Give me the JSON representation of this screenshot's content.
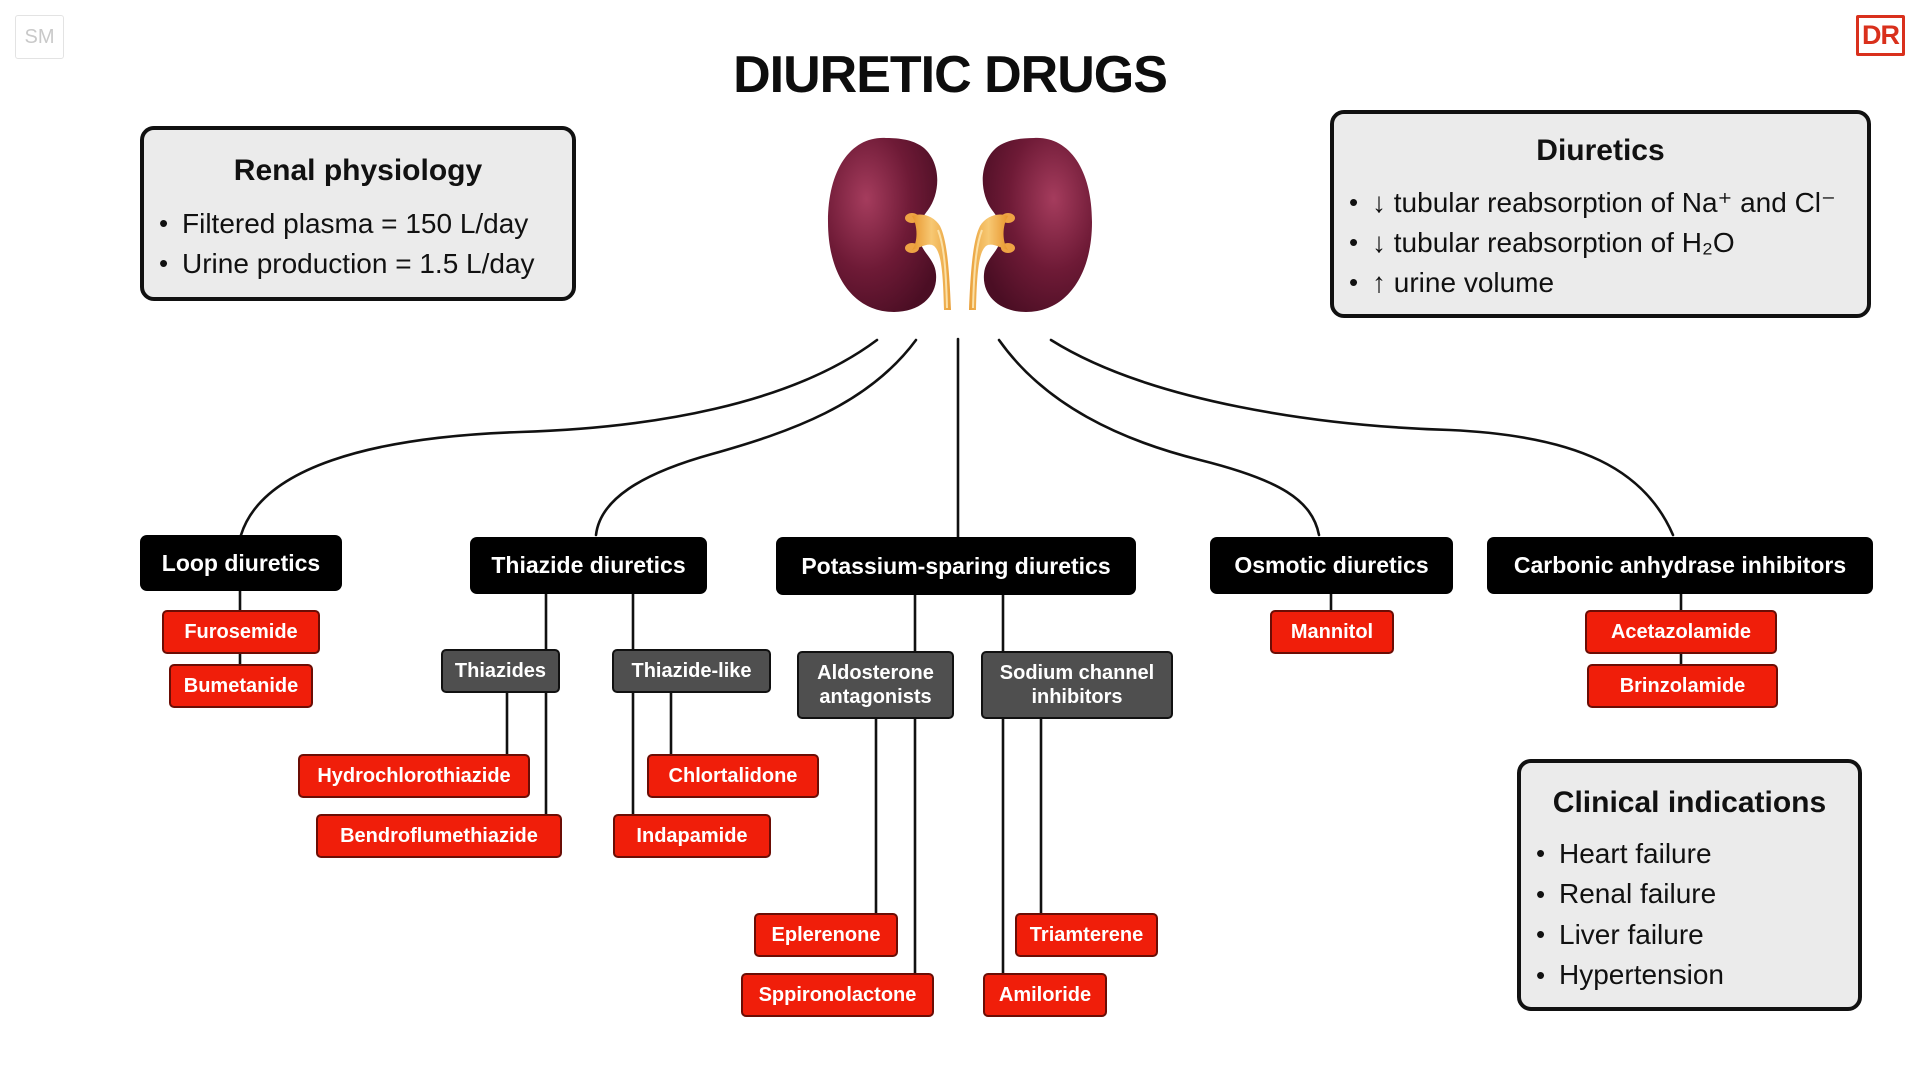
{
  "title": "DIURETIC DRUGS",
  "logos": {
    "left": "SM",
    "right": "DR"
  },
  "colors": {
    "category_bg": "#000000",
    "group_bg": "#4f4f4f",
    "drug_bg": "#f01e0a",
    "info_bg": "#ebebeb",
    "kidney": "#6e1a36",
    "ureter": "#f2b04a",
    "brand": "#d9301c"
  },
  "renal_physiology": {
    "title": "Renal physiology",
    "items": [
      "Filtered plasma = 150 L/day",
      "Urine production = 1.5 L/day"
    ]
  },
  "diuretics": {
    "title": "Diuretics",
    "items": [
      "↓ tubular reabsorption of Na⁺ and Cl⁻",
      "↓ tubular reabsorption of H₂O",
      "↑ urine volume"
    ]
  },
  "clinical_indications": {
    "title": "Clinical indications",
    "items": [
      "Heart failure",
      "Renal failure",
      "Liver failure",
      "Hypertension"
    ]
  },
  "classes": [
    {
      "label": "Loop diuretics",
      "drugs": [
        "Furosemide",
        "Bumetanide"
      ]
    },
    {
      "label": "Thiazide diuretics",
      "groups": [
        {
          "label": "Thiazides",
          "drugs": [
            "Hydrochlorothiazide",
            "Bendroflumethiazide"
          ]
        },
        {
          "label": "Thiazide-like",
          "drugs": [
            "Chlortalidone",
            "Indapamide"
          ]
        }
      ]
    },
    {
      "label": "Potassium-sparing diuretics",
      "groups": [
        {
          "label": "Aldosterone antagonists",
          "drugs": [
            "Eplerenone",
            "Sppironolactone"
          ]
        },
        {
          "label": "Sodium channel inhibitors",
          "drugs": [
            "Triamterene",
            "Amiloride"
          ]
        }
      ]
    },
    {
      "label": "Osmotic diuretics",
      "drugs": [
        "Mannitol"
      ]
    },
    {
      "label": "Carbonic anhydrase inhibitors",
      "drugs": [
        "Acetazolamide",
        "Brinzolamide"
      ]
    }
  ]
}
